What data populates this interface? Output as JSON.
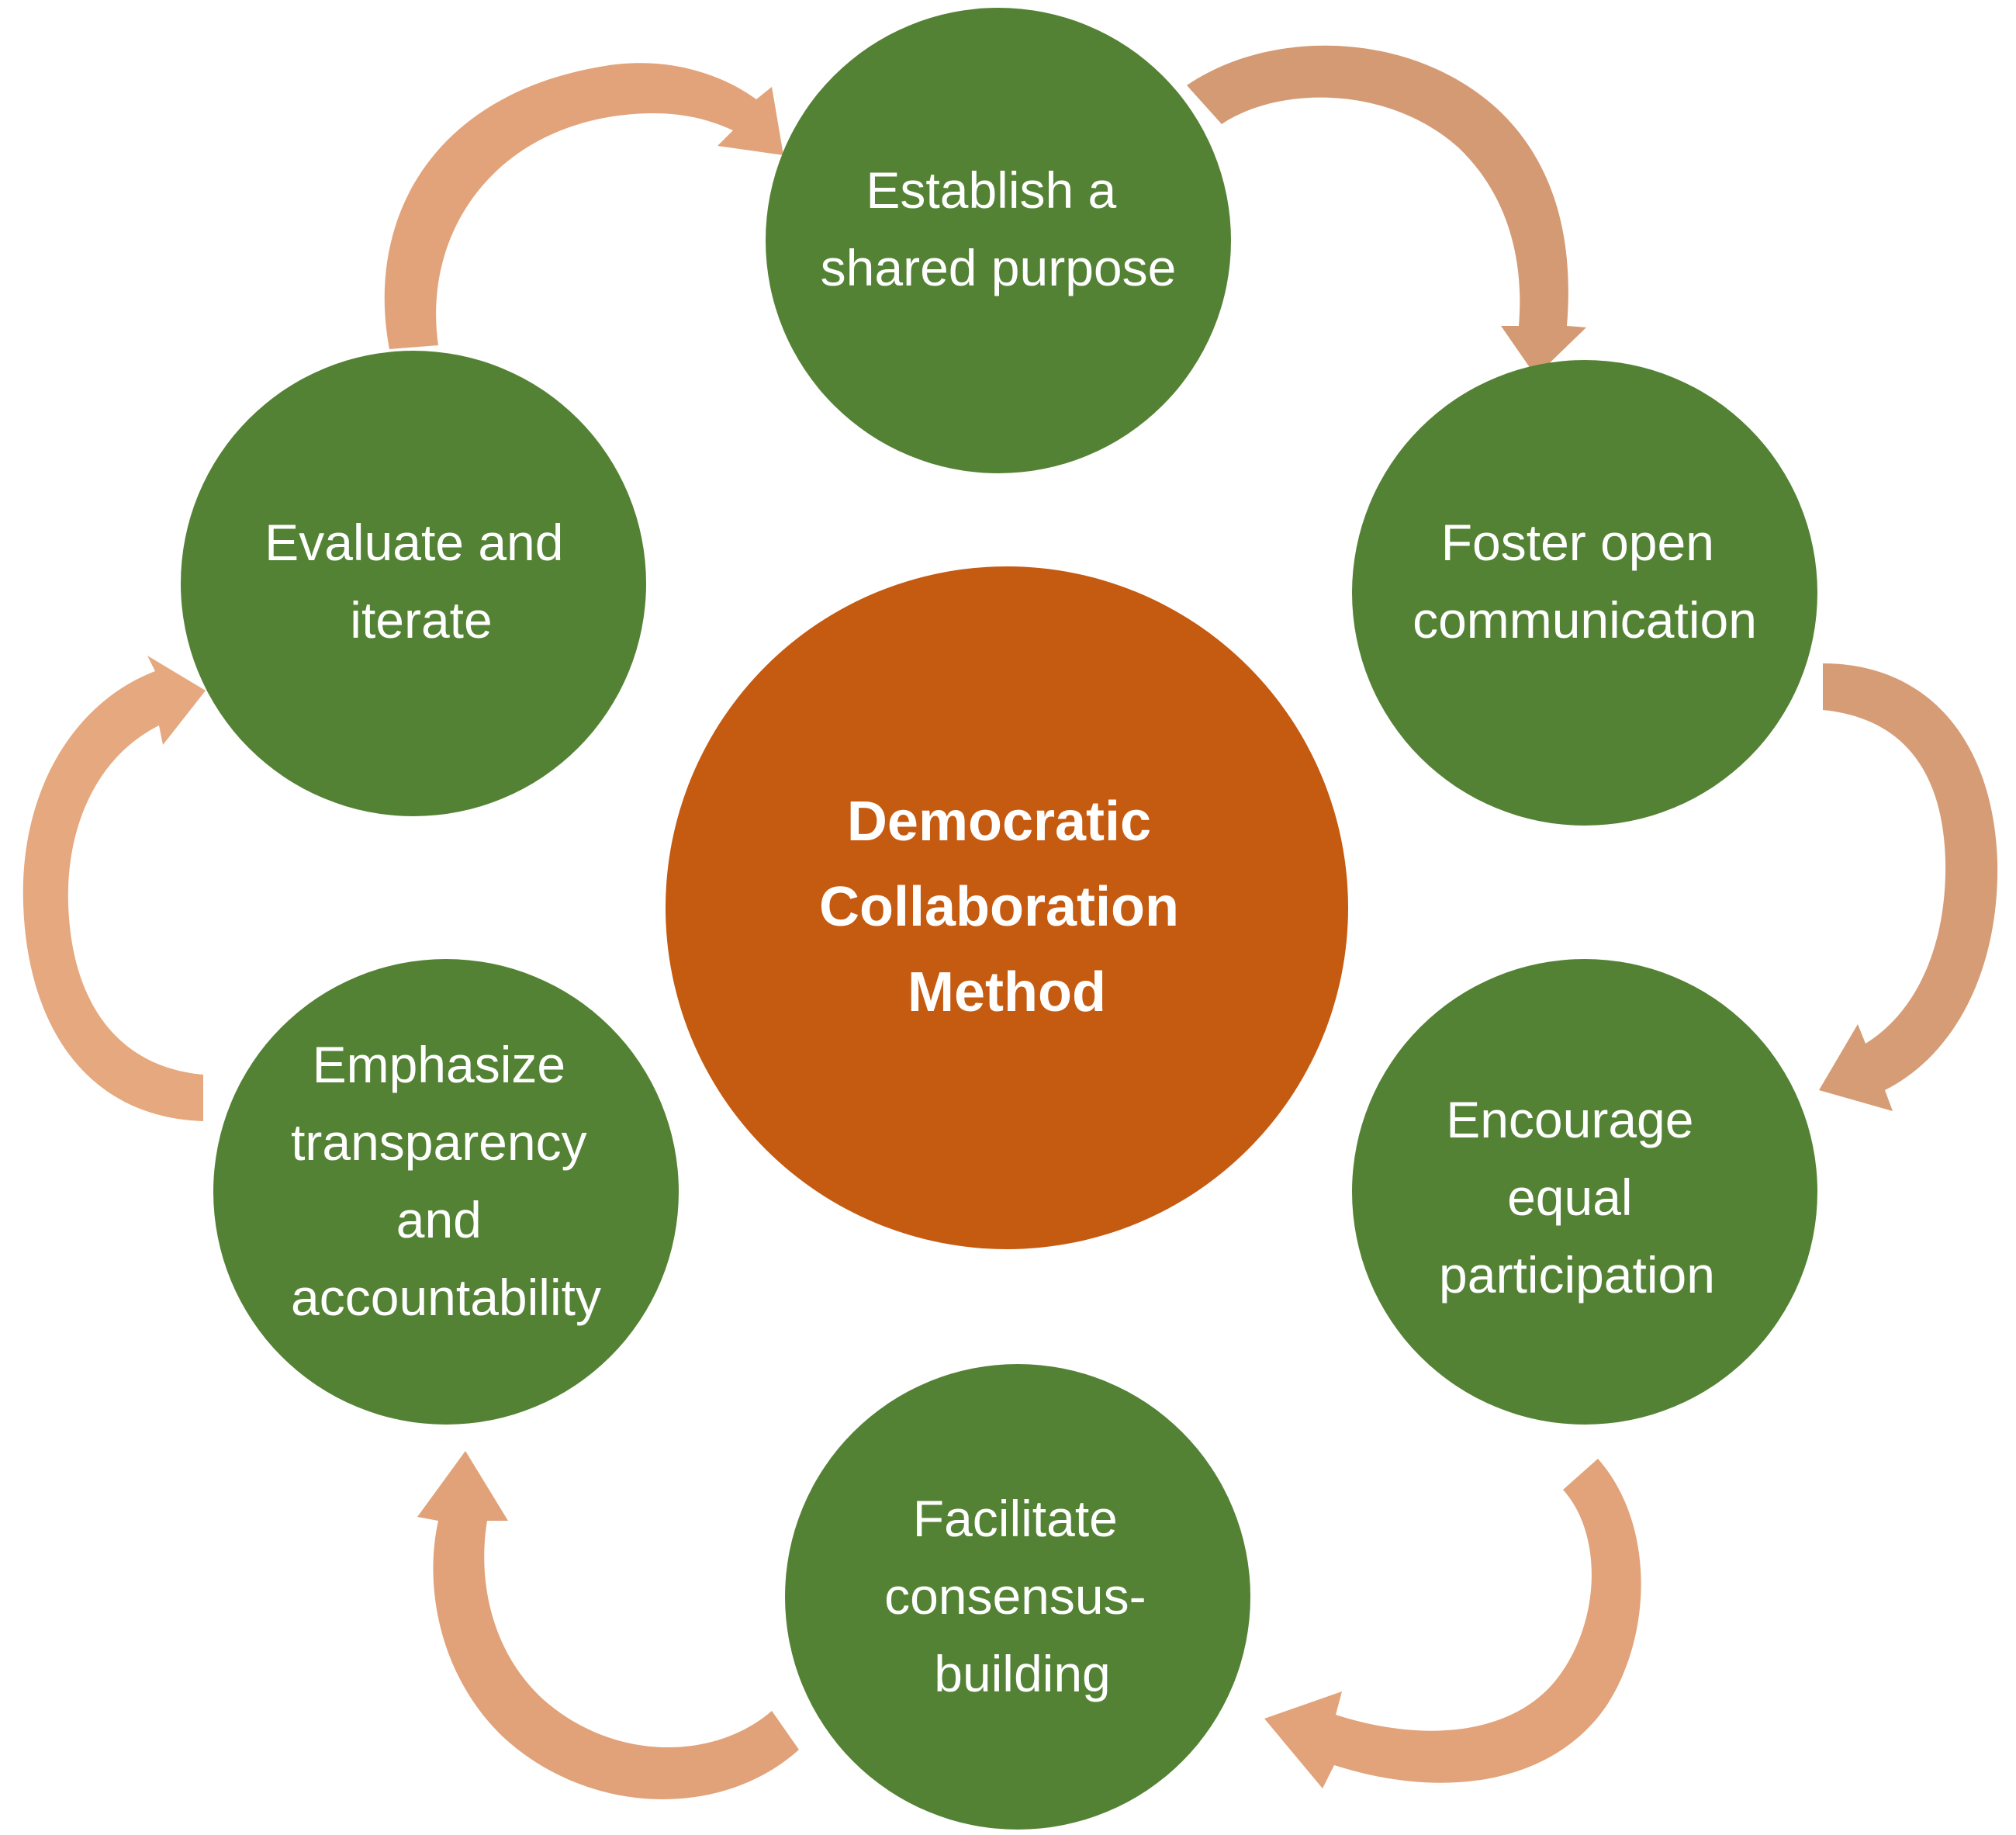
{
  "colors": {
    "step_fill": "#548235",
    "center_fill": "#C55A11",
    "arrow_light": "#F4B183",
    "arrow_dark": "#C9906A",
    "text": "#FFFFFF",
    "background": "#FFFFFF"
  },
  "center": {
    "lines": [
      "Democratic",
      "Collaboration",
      "Method"
    ]
  },
  "steps": [
    {
      "id": "purpose",
      "lines": [
        "Establish a",
        "shared purpose"
      ]
    },
    {
      "id": "communication",
      "lines": [
        "Foster open",
        "communication"
      ]
    },
    {
      "id": "participation",
      "lines": [
        "Encourage",
        "equal",
        "participation"
      ]
    },
    {
      "id": "consensus",
      "lines": [
        "Facilitate",
        "consensus-",
        "building"
      ]
    },
    {
      "id": "transparency",
      "lines": [
        "Emphasize",
        "transparency",
        "and",
        "accountability"
      ]
    },
    {
      "id": "evaluate",
      "lines": [
        "Evaluate and",
        "iterate"
      ]
    }
  ],
  "flow": [
    {
      "from": "evaluate",
      "to": "purpose"
    },
    {
      "from": "purpose",
      "to": "communication"
    },
    {
      "from": "communication",
      "to": "participation"
    },
    {
      "from": "participation",
      "to": "consensus"
    },
    {
      "from": "consensus",
      "to": "transparency"
    },
    {
      "from": "transparency",
      "to": "evaluate"
    }
  ]
}
